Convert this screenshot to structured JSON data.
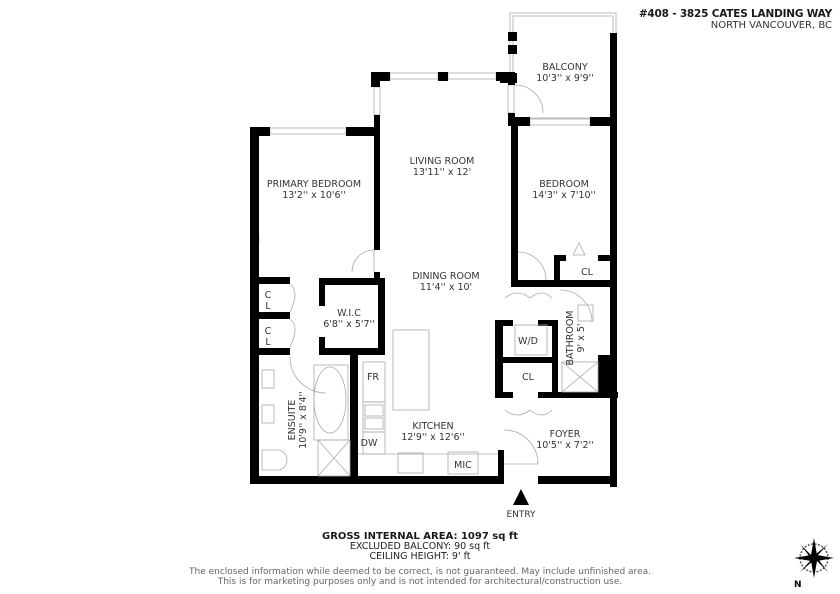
{
  "header": {
    "address": "#408 - 3825 CATES LANDING WAY",
    "city": "NORTH VANCOUVER, BC"
  },
  "rooms": {
    "balcony": {
      "name": "BALCONY",
      "dims": "10'3'' x 9'9''"
    },
    "living": {
      "name": "LIVING ROOM",
      "dims": "13'11'' x 12'"
    },
    "primary": {
      "name": "PRIMARY BEDROOM",
      "dims": "13'2'' x 10'6''"
    },
    "bedroom": {
      "name": "BEDROOM",
      "dims": "14'3'' x 7'10''"
    },
    "dining": {
      "name": "DINING ROOM",
      "dims": "11'4'' x 10'"
    },
    "wic": {
      "name": "W.I.C",
      "dims": "6'8'' x 5'7''"
    },
    "ensuite": {
      "name": "ENSUITE",
      "dims": "10'9'' x 8'4''"
    },
    "kitchen": {
      "name": "KITCHEN",
      "dims": "12'9'' x 12'6''"
    },
    "bathroom": {
      "name": "BATHROOM",
      "dims": "9' x 5'"
    },
    "foyer": {
      "name": "FOYER",
      "dims": "10'5'' x 7'2''"
    }
  },
  "fixtures": {
    "cl": "CL",
    "c": "C",
    "l": "L",
    "wd": "W/D",
    "fr": "FR",
    "dw": "DW",
    "mic": "MIC",
    "entry": "ENTRY"
  },
  "footer": {
    "gross_area": "GROSS INTERNAL AREA: 1097 sq ft",
    "excluded_balcony": "EXCLUDED BALCONY: 90 sq ft",
    "ceiling_height": "CEILING HEIGHT: 9' ft",
    "disclaimer_1": "The enclosed information while deemed to be correct, is not guaranteed. May include unfinished  area.",
    "disclaimer_2": "This is for marketing purposes only and is not intended for architectural/construction use."
  },
  "compass": {
    "label": "N"
  },
  "colors": {
    "wall": "#000000",
    "line": "#bbbbbb",
    "text": "#333333"
  }
}
